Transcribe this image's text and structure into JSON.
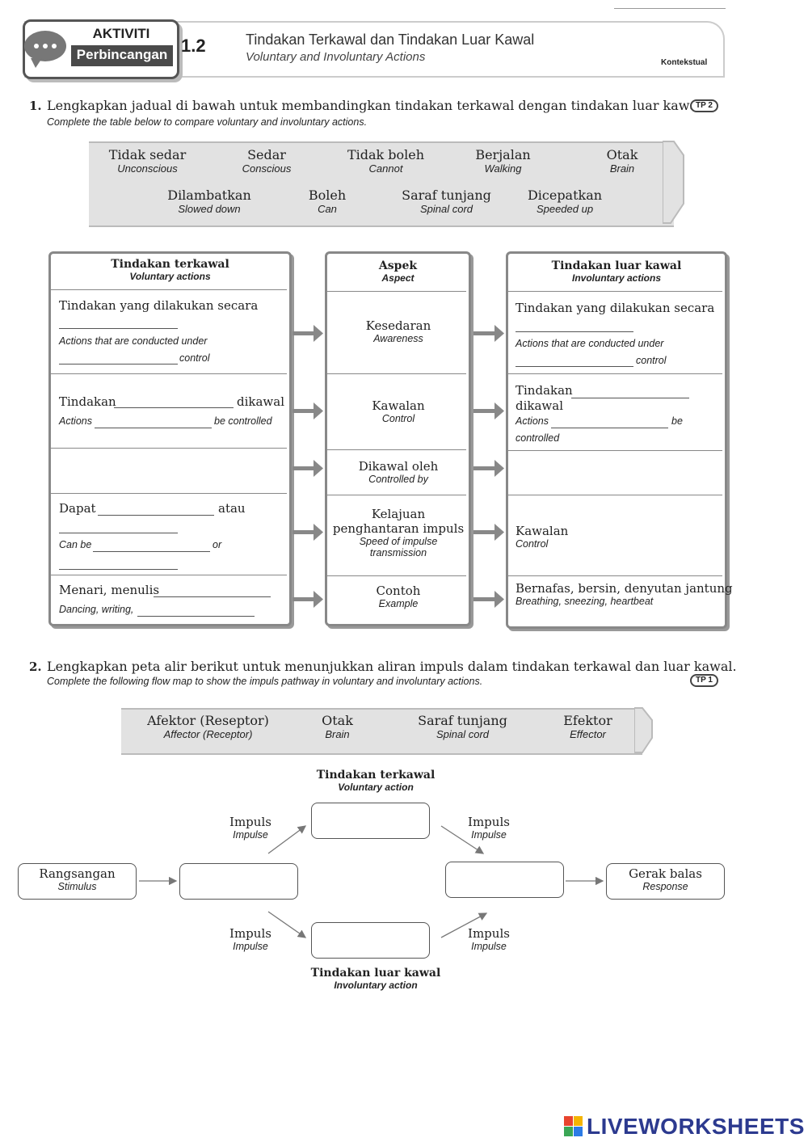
{
  "header": {
    "activity_word": "AKTIVITI",
    "activity_type": "Perbincangan",
    "activity_number": "1.2",
    "title_ms": "Tindakan Terkawal dan Tindakan Luar Kawal",
    "title_en": "Voluntary and Involuntary Actions",
    "context_label": "Kontekstual"
  },
  "q1": {
    "number": "1.",
    "text_ms": "Lengkapkan jadual di bawah untuk membandingkan tindakan terkawal dengan tindakan luar kawal.",
    "text_en": "Complete the table below to compare voluntary and involuntary actions.",
    "tp": "TP 2",
    "word_bank": [
      {
        "ms": "Tidak sedar",
        "en": "Unconscious"
      },
      {
        "ms": "Sedar",
        "en": "Conscious"
      },
      {
        "ms": "Tidak boleh",
        "en": "Cannot"
      },
      {
        "ms": "Berjalan",
        "en": "Walking"
      },
      {
        "ms": "Otak",
        "en": "Brain"
      },
      {
        "ms": "Dilambatkan",
        "en": "Slowed down"
      },
      {
        "ms": "Boleh",
        "en": "Can"
      },
      {
        "ms": "Saraf tunjang",
        "en": "Spinal cord"
      },
      {
        "ms": "Dicepatkan",
        "en": "Speeded up"
      }
    ],
    "left_header": {
      "ms": "Tindakan terkawal",
      "en": "Voluntary actions"
    },
    "mid_header": {
      "ms": "Aspek",
      "en": "Aspect"
    },
    "right_header": {
      "ms": "Tindakan luar kawal",
      "en": "Involuntary actions"
    },
    "left": {
      "r1_ms": "Tindakan yang dilakukan secara",
      "r1_en": "Actions that are conducted under",
      "r1_en_end": "control",
      "r2_ms_a": "Tindakan",
      "r2_ms_b": "dikawal",
      "r2_en_a": "Actions",
      "r2_en_b": "be controlled",
      "r4_ms_a": "Dapat",
      "r4_ms_b": "atau",
      "r4_en_a": "Can be",
      "r4_en_b": "or",
      "r5_ms": "Menari, menulis",
      "r5_en": "Dancing, writing,"
    },
    "aspects": [
      {
        "ms": "Kesedaran",
        "en": "Awareness"
      },
      {
        "ms": "Kawalan",
        "en": "Control"
      },
      {
        "ms": "Dikawal oleh",
        "en": "Controlled by"
      },
      {
        "ms": "Kelajuan penghantaran impuls",
        "en": "Speed of impulse transmission"
      },
      {
        "ms": "Contoh",
        "en": "Example"
      }
    ],
    "right": {
      "r1_ms": "Tindakan yang dilakukan secara",
      "r1_en": "Actions that are conducted under",
      "r1_en_end": "control",
      "r2_ms_a": "Tindakan",
      "r2_ms_b": "dikawal",
      "r2_en_a": "Actions",
      "r2_en_b": "be",
      "r2_en_c": "controlled",
      "r4_ms": "Kawalan",
      "r4_en": "Control",
      "r5_ms": "Bernafas, bersin, denyutan jantung",
      "r5_en": "Breathing, sneezing, heartbeat"
    }
  },
  "q2": {
    "number": "2.",
    "text_ms": "Lengkapkan peta alir berikut untuk menunjukkan aliran impuls dalam tindakan terkawal dan luar kawal.",
    "text_en": "Complete the following flow map to show the impuls pathway in voluntary and involuntary actions.",
    "tp": "TP 1",
    "word_bank": [
      {
        "ms": "Afektor (Reseptor)",
        "en": "Affector (Receptor)"
      },
      {
        "ms": "Otak",
        "en": "Brain"
      },
      {
        "ms": "Saraf tunjang",
        "en": "Spinal cord"
      },
      {
        "ms": "Efektor",
        "en": "Effector"
      }
    ],
    "flow": {
      "top_label_ms": "Tindakan terkawal",
      "top_label_en": "Voluntary action",
      "bottom_label_ms": "Tindakan luar kawal",
      "bottom_label_en": "Involuntary action",
      "impulse_ms": "Impuls",
      "impulse_en": "Impulse",
      "stimulus_ms": "Rangsangan",
      "stimulus_en": "Stimulus",
      "response_ms": "Gerak balas",
      "response_en": "Response"
    }
  },
  "footer": {
    "brand": "LIVEWORKSHEETS"
  }
}
